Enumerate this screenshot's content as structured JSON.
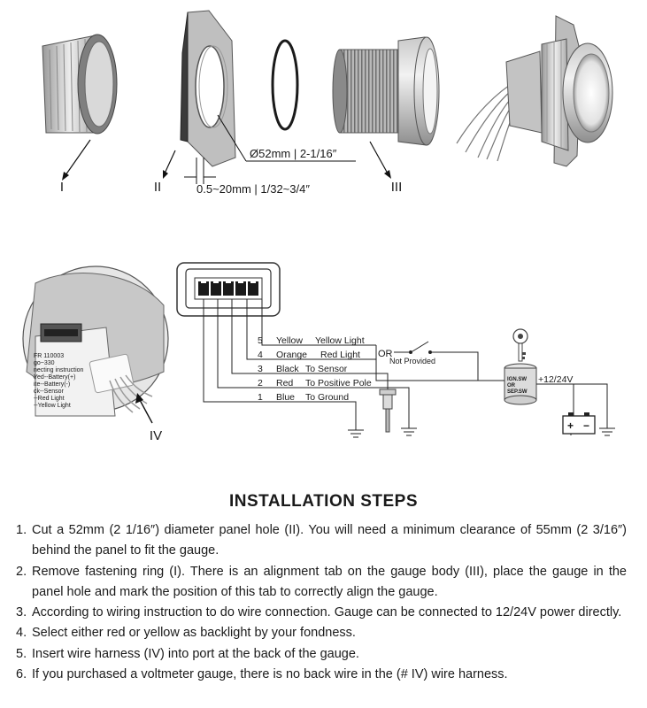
{
  "parts": {
    "ring_label": "I",
    "panel_label": "II",
    "body_label": "III",
    "harness_label": "IV",
    "hole_dim": "Ø52mm | 2-1/16″",
    "thickness_dim": "0.5~20mm | 1/32~3/4″"
  },
  "wiring": {
    "wires": [
      {
        "num": "5",
        "color": "Yellow",
        "func": "Yellow Light"
      },
      {
        "num": "4",
        "color": "Orange",
        "func": "Red Light"
      },
      {
        "num": "3",
        "color": "Black",
        "func": "To Sensor"
      },
      {
        "num": "2",
        "color": "Red",
        "func": "To Positive Pole"
      },
      {
        "num": "1",
        "color": "Blue",
        "func": "To Ground"
      }
    ],
    "or_label": "OR",
    "not_provided": "Not Provided",
    "ign_sw": "IGN.SW",
    "or_small": "OR",
    "sep_sw": "SEP.SW",
    "voltage": "+12/24V",
    "battery_plus": "+",
    "battery_minus": "−",
    "sticker_lines": [
      "FR 110003",
      "go~330",
      "necting instruction",
      "Yed--Battery(+)",
      "ite--Battery(-)",
      "ck--Sensor",
      "--Red Light",
      "--Yellow Light"
    ]
  },
  "installation": {
    "title": "INSTALLATION STEPS",
    "steps": [
      {
        "num": "1.",
        "text": "Cut a 52mm (2 1/16″) diameter panel hole (II). You will need a minimum clearance of 55mm (2 3/16″) behind the panel to fit the gauge."
      },
      {
        "num": "2.",
        "text": "Remove fastening ring (I). There is an alignment tab on the gauge body (III), place the gauge in the panel hole and mark the position of this tab to correctly align the gauge."
      },
      {
        "num": "3.",
        "text": "According to wiring instruction to do wire connection. Gauge can be connected to 12/24V power directly."
      },
      {
        "num": "4.",
        "text": "Select either red or yellow as backlight by your fondness."
      },
      {
        "num": "5.",
        "text": "Insert wire harness (IV) into port at the back of the gauge."
      },
      {
        "num": "6.",
        "text": "If you purchased a voltmeter gauge, there is no back wire in the (# IV) wire harness."
      }
    ]
  }
}
